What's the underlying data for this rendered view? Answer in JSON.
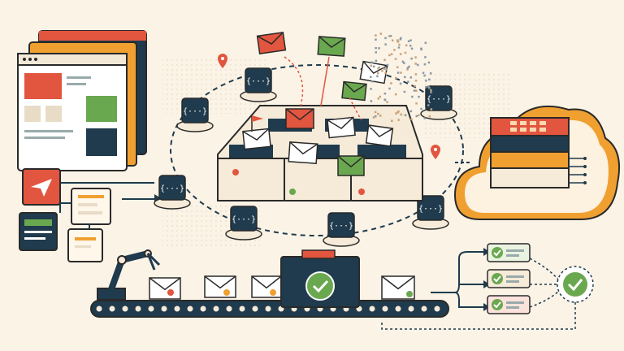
{
  "colors": {
    "background": "#fbf3e6",
    "navy": "#1f3b4d",
    "orange": "#f0a030",
    "red": "#e2553f",
    "green": "#6aa84f",
    "cream": "#f6ead8",
    "outline": "#2a2a2a"
  },
  "icons": {
    "api_node": "curly-braces-icon",
    "envelope": "envelope-icon",
    "location": "location-pin-icon",
    "success": "checkmark-icon",
    "send": "paper-plane-icon",
    "database": "database-stack-icon",
    "robot": "robotic-arm-icon",
    "scanner": "scanner-gate-icon"
  },
  "scene": {
    "api_node_label": "{···}",
    "result_states": [
      "success",
      "success",
      "success"
    ]
  }
}
